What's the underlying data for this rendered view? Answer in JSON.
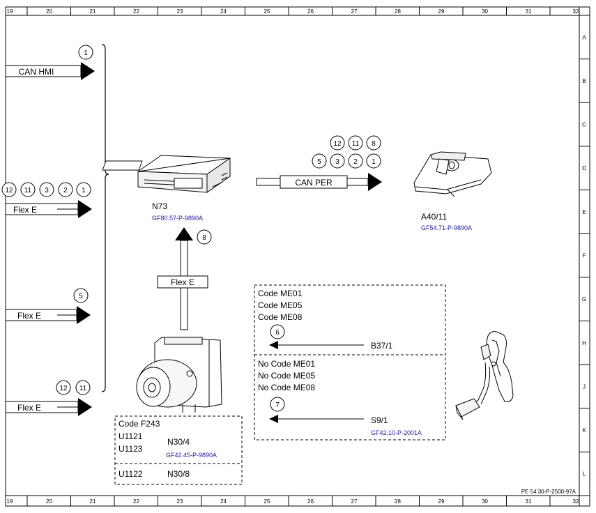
{
  "ruler": {
    "columns": [
      "19",
      "20",
      "21",
      "22",
      "23",
      "24",
      "25",
      "26",
      "27",
      "28",
      "29",
      "30",
      "31",
      "32"
    ],
    "rows": [
      "A",
      "B",
      "C",
      "D",
      "E",
      "F",
      "G",
      "H",
      "J",
      "K",
      "L"
    ]
  },
  "page_ref": "PE 54.30-P-2500-97A",
  "inputs": [
    {
      "label": "CAN HMI",
      "circles": [
        "1"
      ]
    },
    {
      "label": "Flex E",
      "circles": [
        "12",
        "11",
        "3",
        "2",
        "1"
      ]
    },
    {
      "label": "Flex E",
      "circles": [
        "5"
      ]
    },
    {
      "label": "Flex E",
      "circles": [
        "12",
        "11"
      ]
    }
  ],
  "n73": {
    "name": "N73",
    "ref": "GF80.57-P-9890A"
  },
  "can_per": {
    "label": "CAN PER",
    "circles_top": [
      "12",
      "11",
      "8"
    ],
    "circles_bottom": [
      "5",
      "3",
      "2",
      "1"
    ]
  },
  "a40": {
    "name": "A40/11",
    "ref": "GF54.71-P-9890A"
  },
  "flex_up": {
    "label": "Flex E",
    "circle": "8"
  },
  "n30": {
    "code": "Code F243",
    "codes": [
      "U1121",
      "U1123"
    ],
    "name": "N30/4",
    "ref": "GF42.45-P-9890A",
    "alt_code": "U1122",
    "alt_name": "N30/8"
  },
  "box_top": {
    "codes": [
      "Code ME01",
      "Code ME05",
      "Code ME08"
    ],
    "circle": "6",
    "sensor": "B37/1"
  },
  "box_bottom": {
    "codes": [
      "No Code ME01",
      "No Code ME05",
      "No Code ME08"
    ],
    "circle": "7",
    "sensor": "S9/1",
    "ref": "GF42.10-P-2001A"
  }
}
